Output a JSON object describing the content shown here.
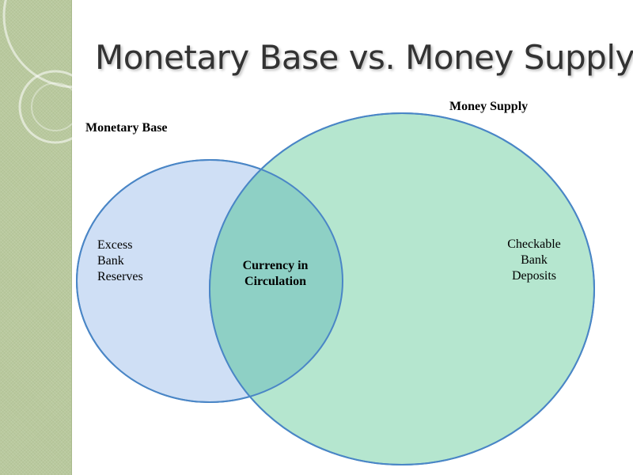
{
  "slide": {
    "title": "Monetary Base vs. Money Supply"
  },
  "sets": {
    "monetary_base": {
      "label": "Monetary Base",
      "only_region": [
        "Excess",
        "Bank",
        "Reserves"
      ],
      "fill": "#cfdff5",
      "stroke": "#4a86c6"
    },
    "money_supply": {
      "label": "Money Supply",
      "only_region": [
        "Checkable",
        "Bank",
        "Deposits"
      ],
      "fill": "#b5e6cf",
      "stroke": "#4a86c6"
    },
    "overlap": {
      "region": [
        "Currency in",
        "Circulation"
      ],
      "fill": "#8ed0c5"
    }
  },
  "colors": {
    "side_band": "#b9c99e",
    "title_text": "#333333"
  }
}
